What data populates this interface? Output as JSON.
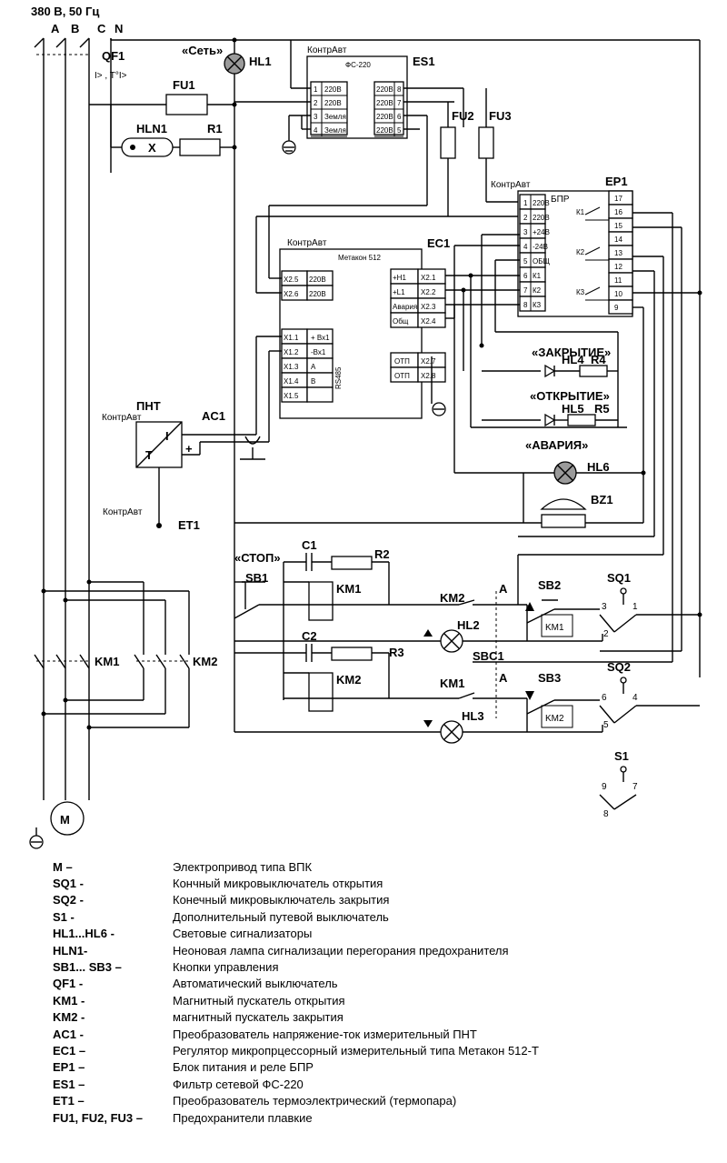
{
  "header": {
    "supply": "380 В, 50 Гц",
    "phases": [
      "A",
      "B",
      "C",
      "N"
    ]
  },
  "labels": {
    "qf1": "QF1",
    "qf1_sym": "I> , T°I>",
    "set": "«Сеть»",
    "hl1": "HL1",
    "fu1": "FU1",
    "hln1": "HLN1",
    "r1": "R1",
    "brand": "КонтрАвт",
    "es1": "ES1",
    "fs220": "ФС-220",
    "fu2": "FU2",
    "fu3": "FU3",
    "ep1": "EP1",
    "bpr": "БПР",
    "ec1": "EC1",
    "metakon": "Метакон 512",
    "pnt": "ПНТ",
    "ac1": "AC1",
    "et1": "ET1",
    "zakr": "«ЗАКРЫТИЕ»",
    "otkr": "«ОТКРЫТИЕ»",
    "avaria": "«АВАРИЯ»",
    "hl4": "HL4",
    "r4": "R4",
    "hl5": "HL5",
    "r5": "R5",
    "hl6": "HL6",
    "bz1": "BZ1",
    "stop": "«СТОП»",
    "sb1": "SB1",
    "c1": "C1",
    "r2": "R2",
    "km1": "KM1",
    "c2": "C2",
    "r3": "R3",
    "km2": "KM2",
    "hl2": "HL2",
    "hl3": "HL3",
    "sbc1": "SBC1",
    "sb2": "SB2",
    "sb3": "SB3",
    "sq1": "SQ1",
    "sq2": "SQ2",
    "s1": "S1",
    "a": "A",
    "m": "M",
    "rs485": "RS485",
    "i": "I",
    "t": "T",
    "plus": "+",
    "x": "X"
  },
  "fs220_terms": {
    "left": [
      {
        "n": "1",
        "t": "220В"
      },
      {
        "n": "2",
        "t": "220В"
      },
      {
        "n": "3",
        "t": "Земля"
      },
      {
        "n": "4",
        "t": "Земля"
      }
    ],
    "right": [
      {
        "n": "8",
        "t": "220В"
      },
      {
        "n": "7",
        "t": "220В"
      },
      {
        "n": "6",
        "t": "220В"
      },
      {
        "n": "5",
        "t": "220В"
      }
    ]
  },
  "bpr_terms": {
    "left": [
      {
        "n": "1",
        "t": "220В"
      },
      {
        "n": "2",
        "t": "220В"
      },
      {
        "n": "3",
        "t": "+24В"
      },
      {
        "n": "4",
        "t": "-24В"
      },
      {
        "n": "5",
        "t": "ОБЩ"
      },
      {
        "n": "6",
        "t": "К1"
      },
      {
        "n": "7",
        "t": "К2"
      },
      {
        "n": "8",
        "t": "К3"
      }
    ],
    "right": [
      "17",
      "16",
      "15",
      "14",
      "13",
      "12",
      "11",
      "10",
      "9"
    ],
    "relays": [
      "К1",
      "К2",
      "К3"
    ]
  },
  "metakon_terms": {
    "power": [
      {
        "n": "X2.5",
        "t": "220В"
      },
      {
        "n": "X2.6",
        "t": "220В"
      }
    ],
    "outputs": [
      {
        "n": "X2.1",
        "t": "+H1"
      },
      {
        "n": "X2.2",
        "t": "+L1"
      },
      {
        "n": "X2.3",
        "t": "Авария"
      },
      {
        "n": "X2.4",
        "t": "Общ"
      }
    ],
    "inputs": [
      {
        "n": "X1.1",
        "t": "+ Вх1"
      },
      {
        "n": "X1.2",
        "t": "-Вх1"
      },
      {
        "n": "X1.3",
        "t": "A"
      },
      {
        "n": "X1.4",
        "t": "B"
      },
      {
        "n": "X1.5",
        "t": ""
      }
    ],
    "otp": [
      {
        "n": "X2.7",
        "t": "ОТП"
      },
      {
        "n": "X2.8",
        "t": "ОТП"
      }
    ]
  },
  "switch_pins": {
    "sq1": [
      "3",
      "1",
      "2"
    ],
    "sq2": [
      "6",
      "4",
      "5"
    ],
    "s1": [
      "9",
      "7",
      "8"
    ]
  },
  "legend": [
    {
      "code": "M –",
      "desc": "Электропривод типа ВПК"
    },
    {
      "code": "SQ1 -",
      "desc": "Кончный микровыключатель открытия"
    },
    {
      "code": "SQ2 -",
      "desc": "Конечный микровыключатель закрытия"
    },
    {
      "code": "S1 -",
      "desc": "Дополнительный путевой выключатель"
    },
    {
      "code": "HL1...HL6 -",
      "desc": "Световые сигнализаторы"
    },
    {
      "code": "HLN1-",
      "desc": "Неоновая лампа сигнализации перегорания предохранителя"
    },
    {
      "code": "SB1... SB3 –",
      "desc": "Кнопки управления"
    },
    {
      "code": "QF1 -",
      "desc": "Автоматический выключатель"
    },
    {
      "code": "KM1 -",
      "desc": "Магнитный пускатель открытия"
    },
    {
      "code": "KM2 -",
      "desc": "магнитный пускатель закрытия"
    },
    {
      "code": "AC1 -",
      "desc": "Преобразователь напряжение-ток измерительный ПНТ"
    },
    {
      "code": "EC1 –",
      "desc": "Регулятор микропрцессорный измерительный типа Метакон 512-Т"
    },
    {
      "code": "EP1 –",
      "desc": "Блок питания и реле БПР"
    },
    {
      "code": "ES1 –",
      "desc": "Фильтр сетевой ФС-220"
    },
    {
      "code": "ET1 –",
      "desc": "Преобразователь термоэлектрический (термопара)"
    },
    {
      "code": "FU1, FU2, FU3 –",
      "desc": "Предохранители плавкие"
    }
  ]
}
